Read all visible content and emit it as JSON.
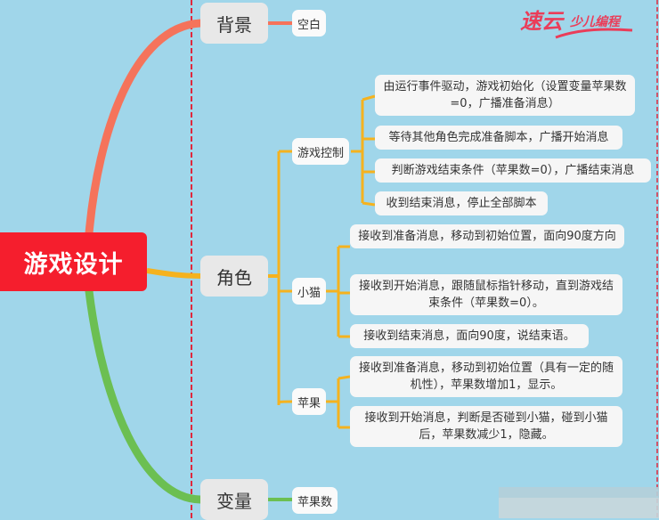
{
  "mindmap": {
    "root": {
      "label": "游戏设计",
      "color": "#f51e2d"
    },
    "branches": [
      {
        "label": "背景",
        "color": "#f5735b",
        "children": [
          {
            "label": "空白",
            "children": []
          }
        ]
      },
      {
        "label": "角色",
        "color": "#f5b21e",
        "children": [
          {
            "label": "游戏控制",
            "children": [
              {
                "label": "由运行事件驱动，游戏初始化（设置变量苹果数=0，广播准备消息）"
              },
              {
                "label": "等待其他角色完成准备脚本，广播开始消息"
              },
              {
                "label": "判断游戏结束条件（苹果数=0），广播结束消息"
              },
              {
                "label": "收到结束消息，停止全部脚本"
              }
            ]
          },
          {
            "label": "小猫",
            "children": [
              {
                "label": "接收到准备消息，移动到初始位置，面向90度方向"
              },
              {
                "label": "接收到开始消息，跟随鼠标指针移动，直到游戏结束条件（苹果数=0）。"
              },
              {
                "label": "接收到结束消息，面向90度，说结束语。"
              }
            ]
          },
          {
            "label": "苹果",
            "children": [
              {
                "label": "接收到准备消息，移动到初始位置（具有一定的随机性），苹果数增加1，显示。"
              },
              {
                "label": "接收到开始消息，判断是否碰到小猫，碰到小猫后，苹果数减少1，隐藏。"
              }
            ]
          }
        ]
      },
      {
        "label": "变量",
        "color": "#6cbf52",
        "children": [
          {
            "label": "苹果数",
            "children": []
          }
        ]
      }
    ]
  },
  "logo": {
    "main": "速云",
    "sub": "少儿编程",
    "color": "#ea3d59"
  },
  "colors": {
    "background": "#a0d6ea",
    "dashed_boundary": "#e0283c"
  }
}
